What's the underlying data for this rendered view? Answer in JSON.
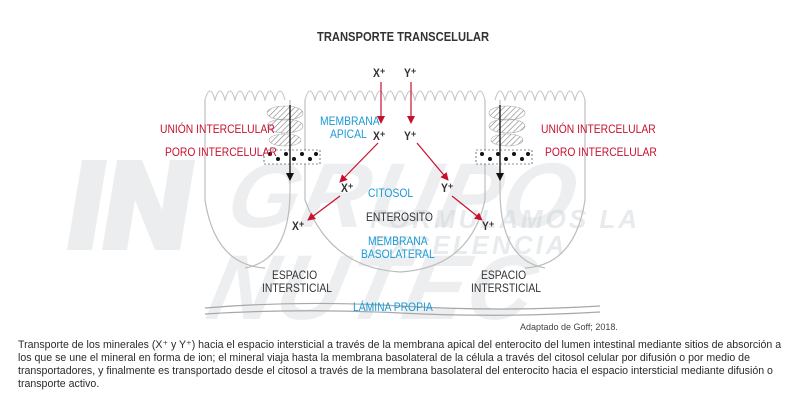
{
  "title": "TRANSPORTE TRANSCELULAR",
  "ions": {
    "x": "X⁺",
    "y": "Y⁺"
  },
  "labels": {
    "union_intercelular": "UNIÓN INTERCELULAR",
    "poro_intercelular": "PORO INTERCELULAR",
    "membrana_apical_1": "MEMBRANA",
    "membrana_apical_2": "APICAL",
    "citosol": "CITOSOL",
    "enterosito": "ENTEROSITO",
    "membrana_basolateral_1": "MEMBRANA",
    "membrana_basolateral_2": "BASOLATERAL",
    "espacio": "ESPACIO",
    "intersticial": "INTERSTICIAL",
    "lamina_propia": "LÁMINA PROPIA"
  },
  "source": "Adaptado de Goff; 2018.",
  "caption": "Transporte de los minerales (X⁺  y Y⁺) hacia el espacio intersticial a través de la membrana apical del enterocito del lumen intestinal mediante sitios de absorción a los que se une el mineral en forma de ion; el mineral viaja hasta la membrana basolateral de la célula a través del citosol celular por difusión o por medio de transportadores, y finalmente es transportado desde el citosol a través de la membrana basolateral del enterocito hacia el espacio intersticial mediante difusión o transporte activo.",
  "watermark": {
    "brand": "GRUPO NUTEC",
    "slogan": "FORMULAMOS LA EXCELENCIA"
  },
  "colors": {
    "red": "#c8102e",
    "blue": "#1a9ad6",
    "line": "#b5b5b5",
    "text": "#333333"
  }
}
